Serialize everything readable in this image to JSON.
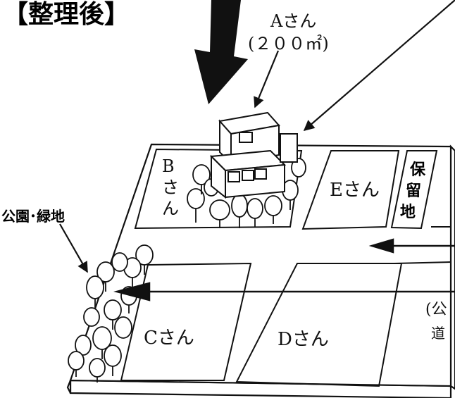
{
  "title": "【整理後】",
  "lots": {
    "a": {
      "name": "Aさん",
      "area": "(２００㎡)"
    },
    "b": {
      "chars": [
        "B",
        "さ",
        "ん"
      ]
    },
    "c": {
      "name": "Cさん"
    },
    "d": {
      "name": "Dさん"
    },
    "e": {
      "name": "Eさん"
    }
  },
  "reserve_land": {
    "chars": [
      "保",
      "留",
      "地"
    ]
  },
  "park": {
    "label": "公園･緑地"
  },
  "public_road_partial": {
    "line1": "(公",
    "line2": "道"
  }
}
